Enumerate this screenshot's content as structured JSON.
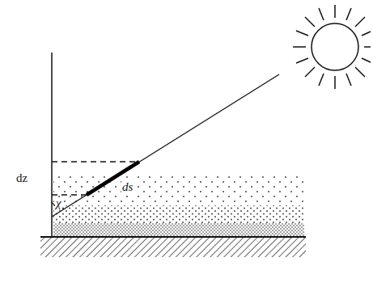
{
  "diagram": {
    "labels": [
      "dz",
      "ds",
      "χ"
    ]
  }
}
